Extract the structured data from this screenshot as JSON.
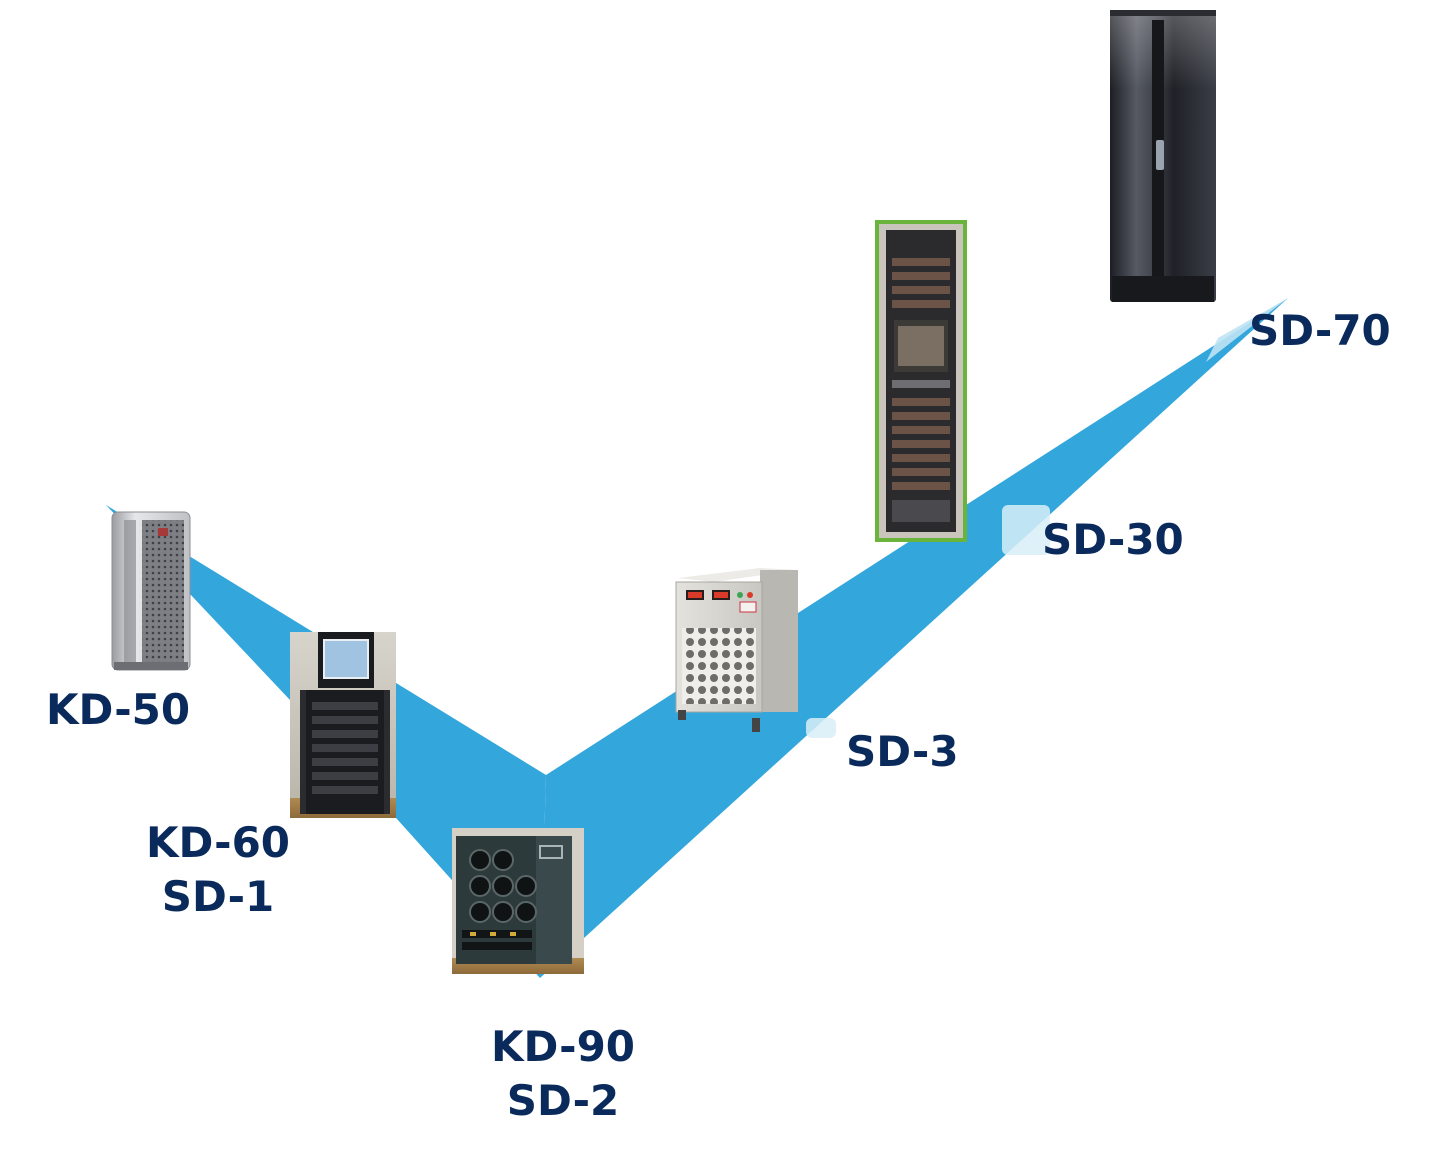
{
  "colors": {
    "ribbon": "#33a6dc",
    "ribbon_light": "#bfe3f4",
    "label_text": "#0b2a5c",
    "photo_border_green": "#6bb43c",
    "cabinet_dark": "#2d3038",
    "cabinet_light": "#d9dadc"
  },
  "labels": {
    "kd50": "KD-50",
    "kd60": "KD-60",
    "sd1": "SD-1",
    "kd90": "KD-90",
    "sd2": "SD-2",
    "sd3": "SD-3",
    "sd30": "SD-30",
    "sd70": "SD-70"
  },
  "icons": [
    "kd-50-cabinet-icon",
    "kd-60-rack-icon",
    "kd-90-fan-cabinet-icon",
    "sd-3-power-unit-icon",
    "sd-30-rack-icon",
    "sd-70-server-cabinet-icon"
  ]
}
